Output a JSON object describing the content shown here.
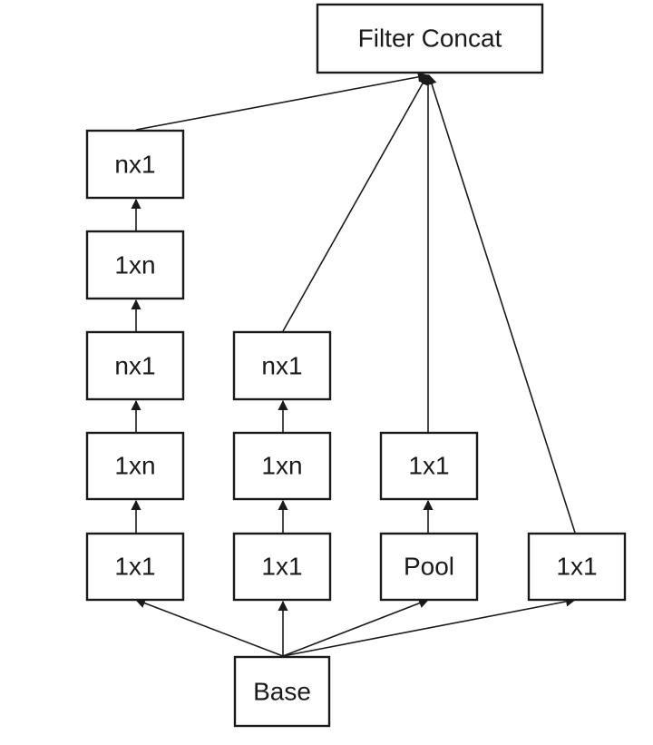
{
  "nodes": {
    "filter_concat": "Filter Concat",
    "base": "Base",
    "b1_nx1_top": "nx1",
    "b1_1xn_top": "1xn",
    "b1_nx1_mid": "nx1",
    "b1_1xn_low": "1xn",
    "b1_1x1": "1x1",
    "b2_nx1": "nx1",
    "b2_1xn": "1xn",
    "b2_1x1": "1x1",
    "b3_1x1": "1x1",
    "b3_pool": "Pool",
    "b4_1x1": "1x1"
  }
}
